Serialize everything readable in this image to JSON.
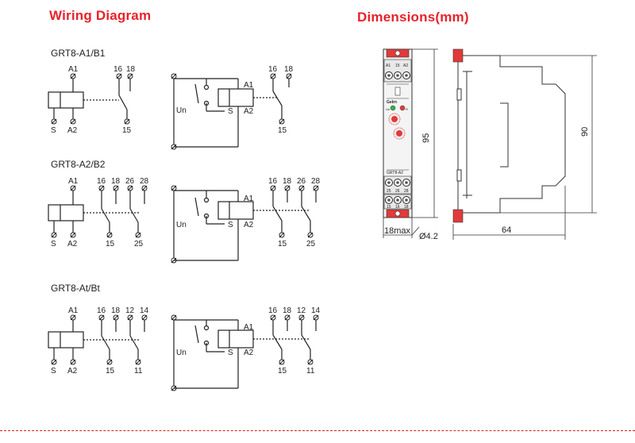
{
  "titles": {
    "wiring": "Wiring Diagram",
    "dimensions": "Dimensions(mm)"
  },
  "models": [
    "GRT8-A1/B1",
    "GRT8-A2/B2",
    "GRT8-At/Bt"
  ],
  "labels": {
    "a1": "A1",
    "a2": "A2",
    "s": "S",
    "un": "Un",
    "t15": "15",
    "t16": "16",
    "t18": "18",
    "t25": "25",
    "t26": "26",
    "t28": "28",
    "t11": "11",
    "t12": "12",
    "t14": "14"
  },
  "device": {
    "brand": "Gelrn",
    "model": "GRT8-A2",
    "top_terminals": [
      "A1",
      "15",
      "A2"
    ],
    "mid_terminals": [
      "25",
      "26",
      "28"
    ],
    "bot_terminals": [
      "15",
      "16",
      "18"
    ],
    "indicator_un": "Un",
    "indicator_r": "R"
  },
  "dimensions": {
    "height_front": "95",
    "height_side": "90",
    "width": "18max",
    "hole": "Ø4.2",
    "depth": "64"
  },
  "colors": {
    "accent": "#e8222b",
    "line": "#222222",
    "device_red": "#e23a3a"
  }
}
